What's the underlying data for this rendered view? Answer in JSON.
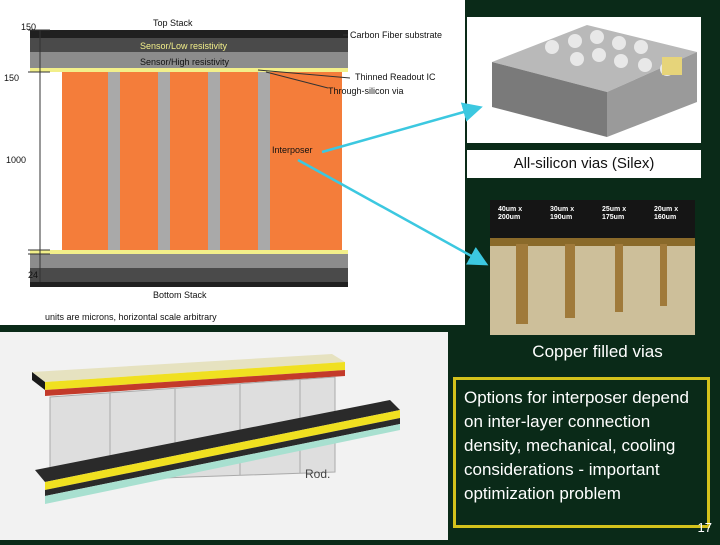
{
  "stack_diagram": {
    "top_stack": "Top Stack",
    "carbon_fiber": "Carbon Fiber substrate",
    "sensor_low": "Sensor/Low resistivity",
    "sensor_high": "Sensor/High resistivity",
    "thinned_readout": "Thinned Readout IC",
    "through_silicon": "Through-silicon via",
    "interposer": "Interposer",
    "bottom_stack": "Bottom Stack",
    "units_note": "units are microns, horizontal scale arbitrary",
    "dim_150_top": "150",
    "dim_150_mid": "150",
    "dim_1000": "1000",
    "dim_24": "24",
    "colors": {
      "orange": "#f47d3a",
      "via": "#a9a9a9",
      "dark": "#303030",
      "gray": "#9a9a9a",
      "yellow": "#f2ef8a"
    }
  },
  "rod": {
    "label": "Rod."
  },
  "silex": {
    "caption": "All-silicon vias (Silex)"
  },
  "copper": {
    "caption": "Copper filled vias",
    "labels": [
      {
        "line1": "40um x",
        "line2": "200um"
      },
      {
        "line1": "30um x",
        "line2": "190um"
      },
      {
        "line1": "25um x",
        "line2": "175um"
      },
      {
        "line1": "20um x",
        "line2": "160um"
      }
    ]
  },
  "options_text": "Options for interposer depend on inter-layer connection density, mechanical, cooling considerations - important optimization problem",
  "page_number": "17",
  "accent_colors": {
    "arrow": "#3cc8e0",
    "box_border": "#d4c21c",
    "background": "#0a2a18"
  }
}
